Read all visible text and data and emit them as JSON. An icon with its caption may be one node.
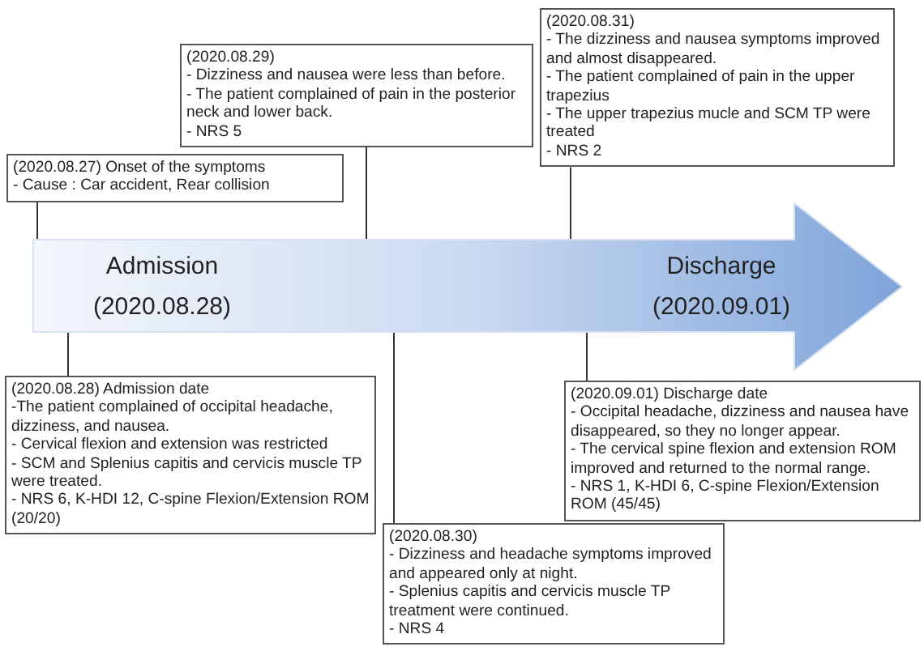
{
  "diagram": {
    "nodes": [
      {
        "text": [
          "(2020.08.27) Onset of the symptoms",
          "- Cause : Car accident, Rear collision"
        ]
      },
      {
        "text": [
          "(2020.08.29)",
          "- Dizziness and nausea were less than before.",
          "- The patient complained of pain in the posterior neck and lower back.",
          "- NRS 5"
        ]
      },
      {
        "text": [
          "(2020.08.31)",
          "- The dizziness and nausea symptoms improved and almost disappeared.",
          "- The patient complained of pain in the upper trapezius",
          "- The upper trapezius mucle and SCM TP were treated",
          "- NRS 2"
        ]
      },
      {
        "text": [
          "Admission (2020.08.28)",
          "Discharge (2020.09.01)"
        ]
      },
      {
        "text": [
          "(2020.08.28) Admission date",
          "-The patient complained of occipital headache, dizziness, and nausea.",
          "- Cervical flexion and extension was restricted",
          "- SCM and Splenius capitis and cervicis muscle TP were treated.",
          "- NRS 6, K-HDI 12, C-spine Flexion/Extension ROM (20/20)"
        ]
      },
      {
        "text": [
          "(2020.09.01) Discharge date",
          "- Occipital headache, dizziness and nausea have disappeared, so they no longer appear.",
          "- The cervical spine flexion and extension ROM improved and returned to the normal range.",
          "- NRS 1, K-HDI 6, C-spine Flexion/Extension ROM (45/45)"
        ]
      },
      {
        "text": [
          "(2020.08.30)",
          "- Dizziness and headache symptoms improved and appeared only at night.",
          "- Splenius capitis and cervicis muscle TP treatment were continued.",
          "- NRS 4"
        ]
      }
    ],
    "edges": [
      {
        "from": 0,
        "to": 3,
        "arrow": "none"
      },
      {
        "from": 1,
        "to": 3,
        "arrow": "none"
      },
      {
        "from": 2,
        "to": 3,
        "arrow": "none"
      },
      {
        "from": 4,
        "to": 3,
        "arrow": "none"
      },
      {
        "from": 5,
        "to": 3,
        "arrow": "none"
      },
      {
        "from": 6,
        "to": 3,
        "arrow": "none"
      }
    ]
  }
}
